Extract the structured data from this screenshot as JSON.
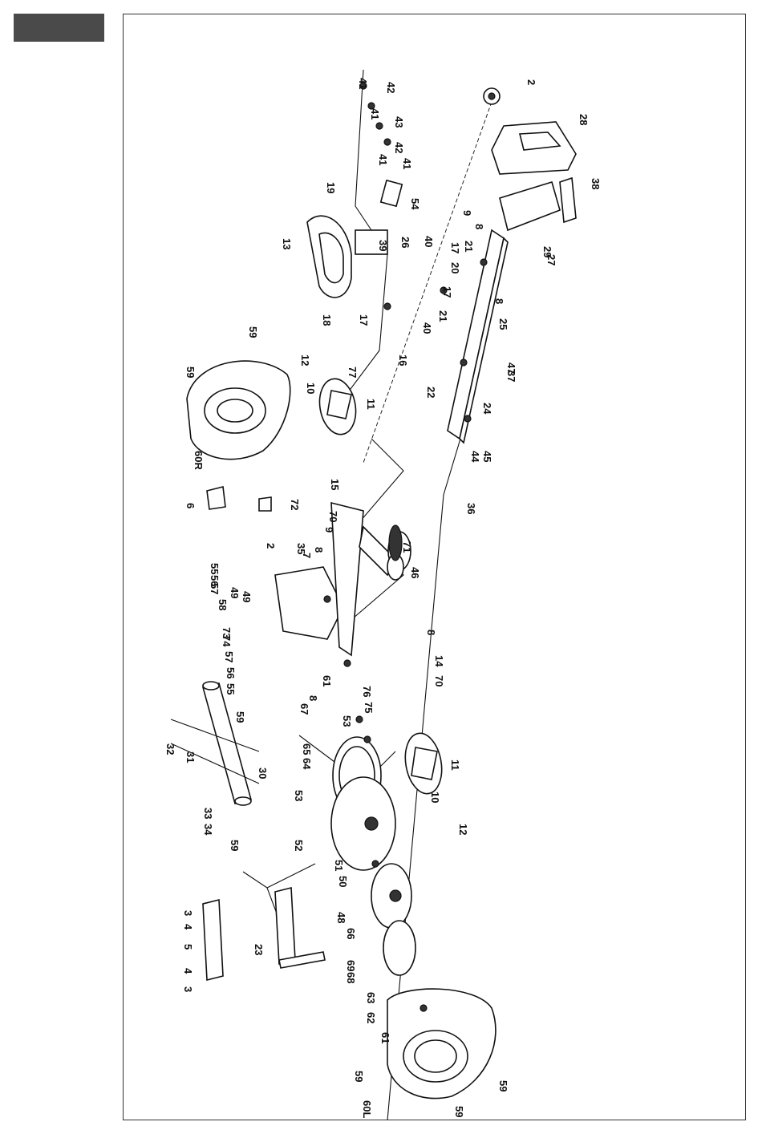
{
  "page": {
    "header_block_color": "#4a4a4a",
    "line_color": "#111111"
  },
  "diagram": {
    "labels": [
      "2",
      "28",
      "38",
      "27",
      "29",
      "9",
      "8",
      "8",
      "25",
      "21",
      "17",
      "20",
      "17",
      "40",
      "21",
      "40",
      "16",
      "17",
      "18",
      "39",
      "26",
      "54",
      "41",
      "42",
      "43",
      "41",
      "42",
      "41",
      "41",
      "19",
      "13",
      "77",
      "12",
      "10",
      "11",
      "22",
      "24",
      "47",
      "37",
      "44",
      "45",
      "36",
      "59",
      "59",
      "60R",
      "6",
      "72",
      "70",
      "9",
      "8",
      "15",
      "71",
      "46",
      "55",
      "56",
      "57",
      "53",
      "58",
      "49",
      "49",
      "2",
      "35",
      "7",
      "74",
      "73",
      "57",
      "56",
      "55",
      "61",
      "8",
      "14",
      "70",
      "67",
      "8",
      "76",
      "75",
      "65",
      "64",
      "59",
      "32",
      "31",
      "30",
      "33",
      "34",
      "59",
      "53",
      "52",
      "51",
      "50",
      "11",
      "10",
      "12",
      "48",
      "66",
      "69",
      "68",
      "63",
      "62",
      "61",
      "3",
      "4",
      "5",
      "4",
      "3",
      "23",
      "59",
      "60L",
      "59",
      "59"
    ]
  }
}
